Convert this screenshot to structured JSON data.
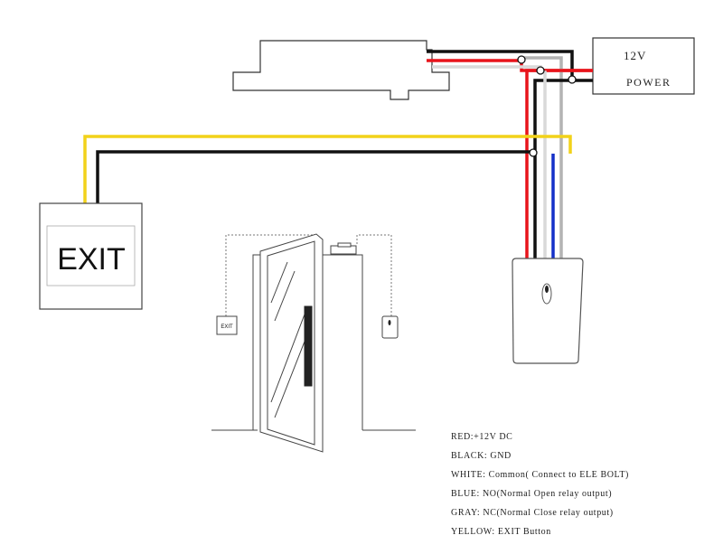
{
  "power_supply": {
    "voltage": "12V",
    "label": "POWER"
  },
  "exit_button": {
    "label": "EXIT"
  },
  "small_exit_button": {
    "label": "EXIT"
  },
  "legend": {
    "red": "RED:+12V DC",
    "black": "BLACK: GND",
    "white": "WHITE: Common( Connect to ELE BOLT)",
    "blue": "BLUE: NO(Normal Open relay output)",
    "gray": "GRAY: NC(Normal Close relay output)",
    "yellow": "YELLOW: EXIT Button"
  },
  "wire_colors": {
    "red": "#e8141b",
    "black": "#111111",
    "white": "#d9d9d9",
    "blue": "#1530c8",
    "gray": "#b3b3b3",
    "yellow": "#f2d21a"
  }
}
